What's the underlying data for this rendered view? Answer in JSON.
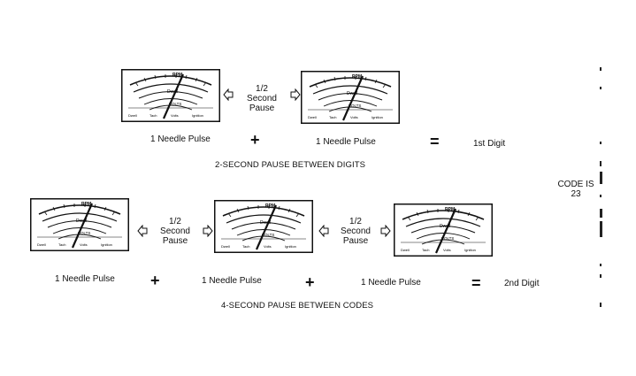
{
  "meter": {
    "top_label": "RPM",
    "center_label": "Dwell",
    "lower_label": "VOLTS",
    "bottom_labels": [
      "Dwell",
      "Tach",
      "Volts",
      "Ignition"
    ]
  },
  "row1": {
    "pause_lines": [
      "1/2",
      "Second",
      "Pause"
    ],
    "left_label": "1 Needle Pulse",
    "plus": "+",
    "right_label": "1 Needle Pulse",
    "equals": "=",
    "result": "1st Digit",
    "caption": "2-SECOND PAUSE BETWEEN DIGITS"
  },
  "row2": {
    "pause1_lines": [
      "1/2",
      "Second",
      "Pause"
    ],
    "pause2_lines": [
      "1/2",
      "Second",
      "Pause"
    ],
    "label1": "1 Needle Pulse",
    "plus1": "+",
    "label2": "1 Needle Pulse",
    "plus2": "+",
    "label3": "1 Needle Pulse",
    "equals": "=",
    "result": "2nd Digit",
    "caption": "4-SECOND PAUSE BETWEEN CODES"
  },
  "code": {
    "line1": "CODE IS",
    "line2": "23"
  }
}
